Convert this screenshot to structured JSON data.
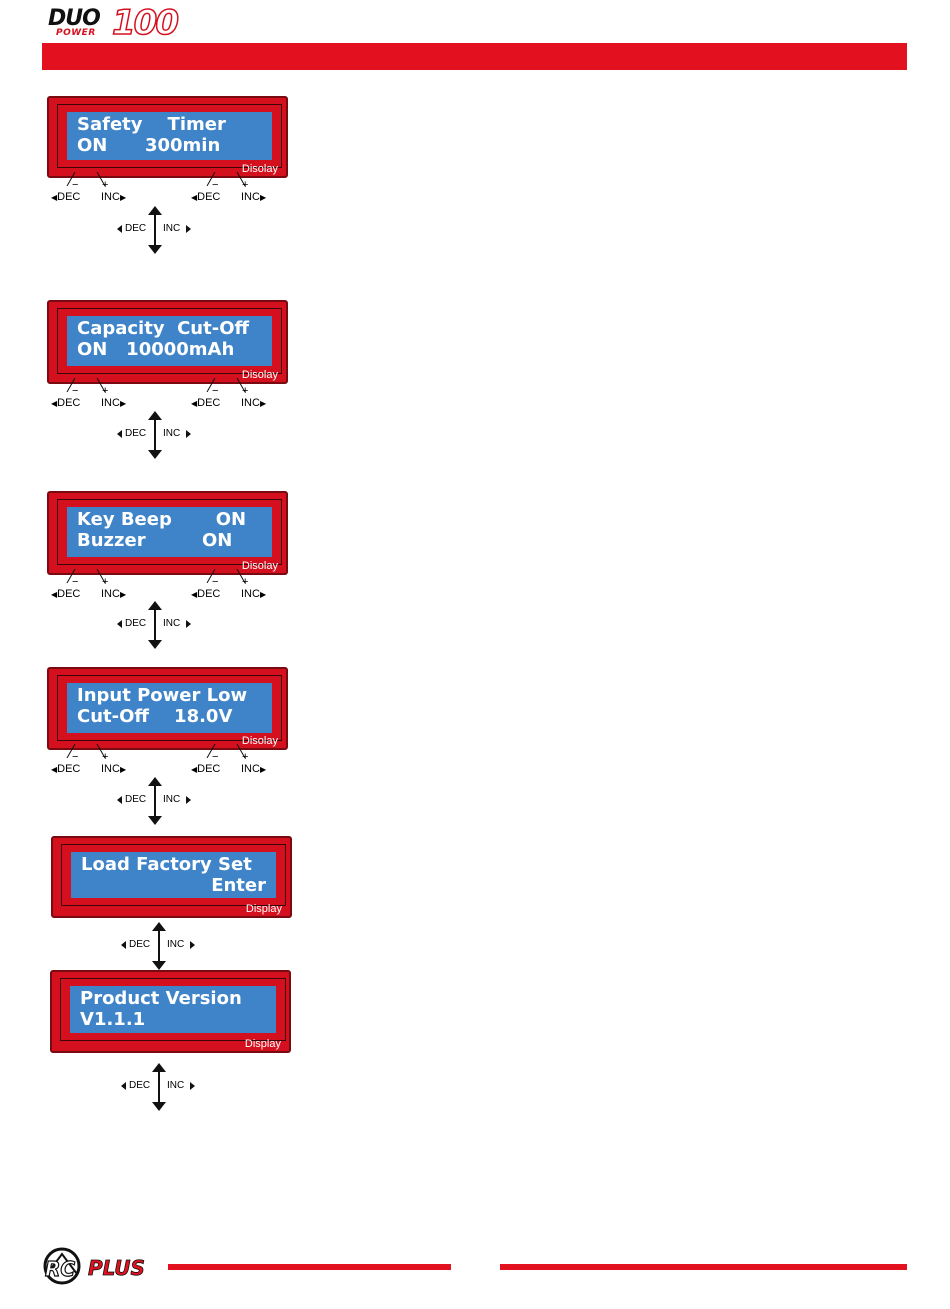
{
  "header": {
    "brand_duo": "DUO",
    "brand_power": "POWER",
    "brand_model": "100"
  },
  "colors": {
    "accent": "#e3101f",
    "lcd_blue": "#3f84c9",
    "panel_red": "#d5101e"
  },
  "screens": [
    {
      "line1": "Safety    Timer",
      "line2": "ON      300min",
      "display": "Disolay"
    },
    {
      "line1": "Capacity  Cut-Off",
      "line2": "ON   10000mAh",
      "display": "Disolay"
    },
    {
      "line1": "Key Beep       ON",
      "line2": "Buzzer         ON",
      "display": "Disolay"
    },
    {
      "line1": "Input Power Low",
      "line2": "Cut-Off    18.0V",
      "display": "Disolay"
    },
    {
      "line1": "Load Factory Set",
      "line2": "Enter",
      "display": "Display"
    },
    {
      "line1": "Product Version",
      "line2": "V1.1.1",
      "display": "Display"
    }
  ],
  "buttons": {
    "dec": "DEC",
    "inc": "INC",
    "minus": "−",
    "plus": "+"
  },
  "nav": {
    "dec": "DEC",
    "inc": "INC"
  },
  "footer": {
    "logo": "RC PLUS"
  }
}
